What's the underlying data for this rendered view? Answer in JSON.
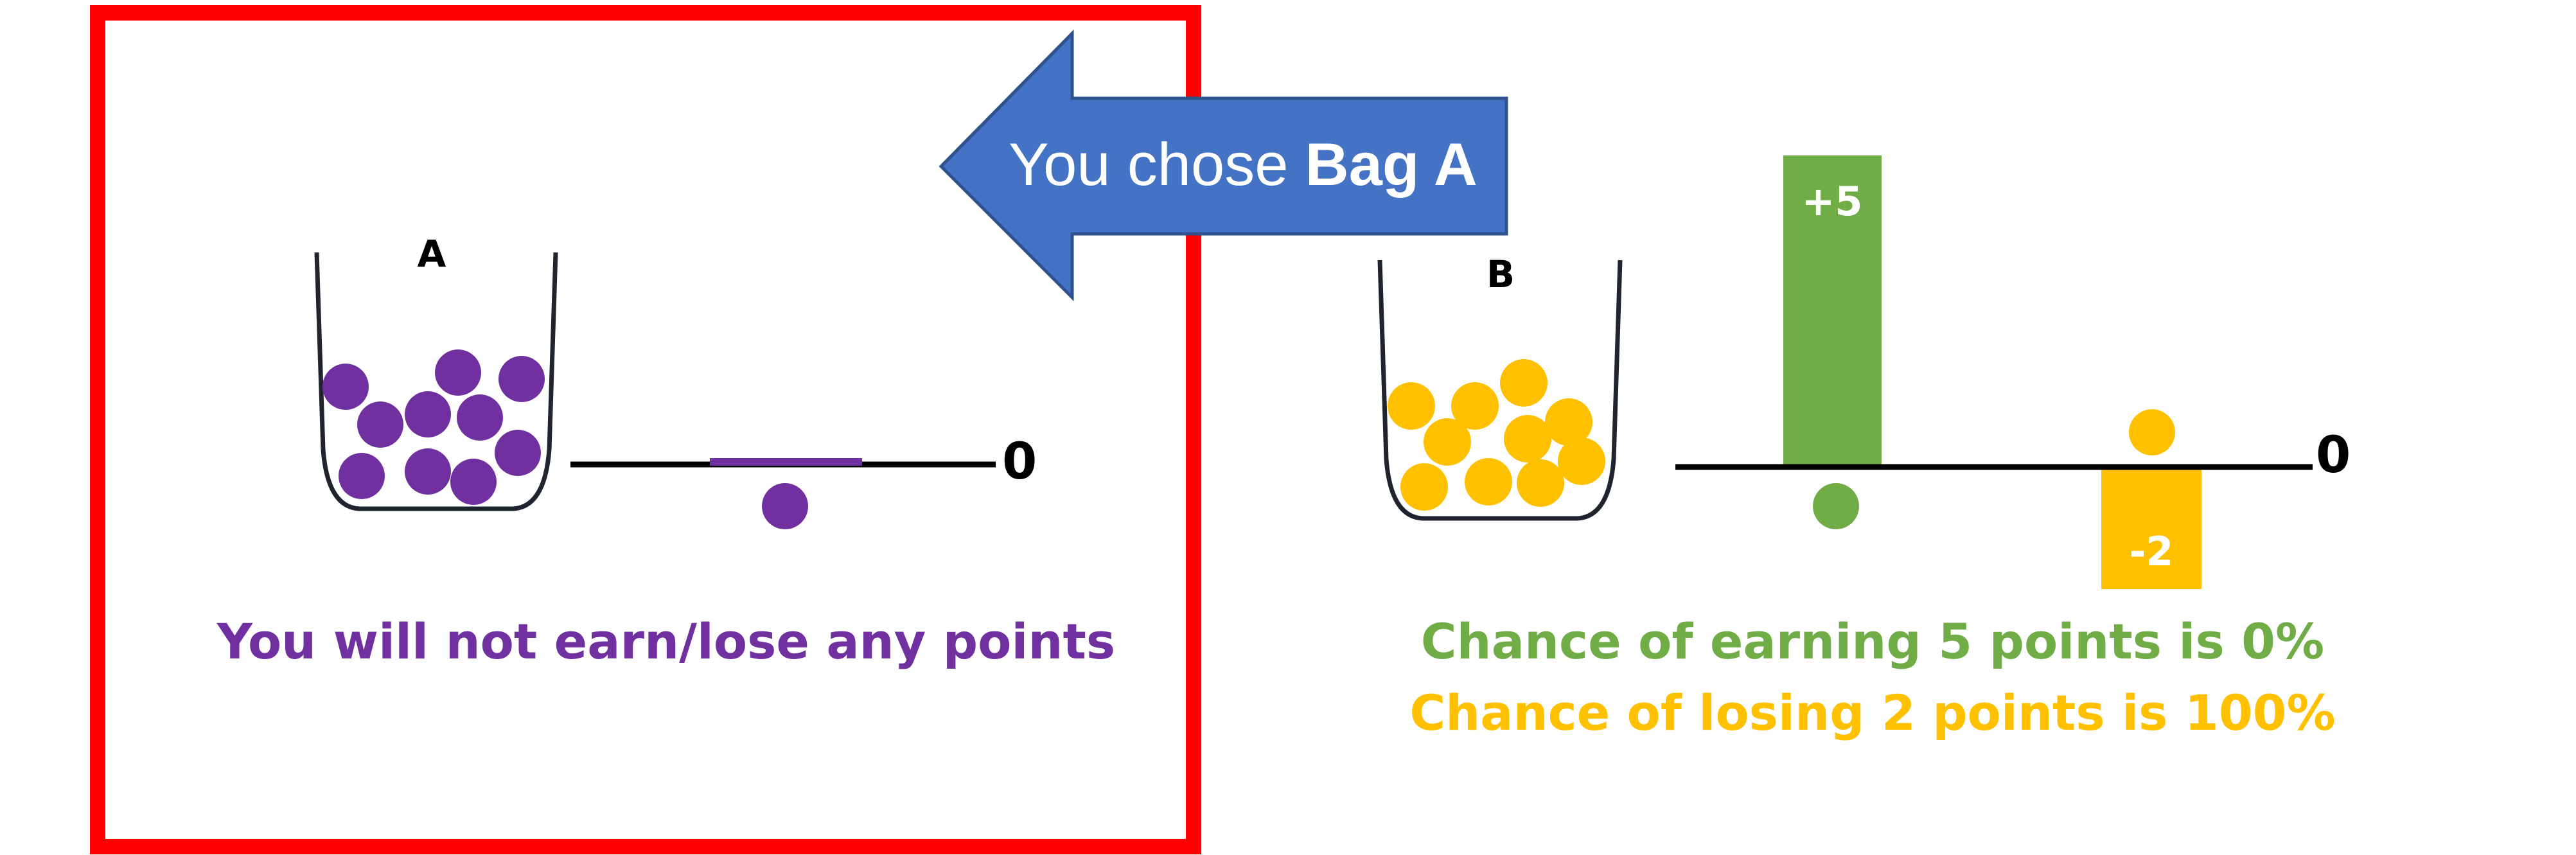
{
  "selection_arrow": {
    "prefix": "You chose ",
    "bag_label": "Bag A"
  },
  "bag_a": {
    "label": "A",
    "axis_zero_label": "0",
    "outcome_text": "You will not earn/lose any points",
    "marble_count": 10
  },
  "bag_b": {
    "label": "B",
    "axis_zero_label": "0",
    "marble_count": 10,
    "gain_bar_label": "+5",
    "loss_bar_label": "-2",
    "gain_value": 5,
    "loss_value": -2,
    "earn_chance_text": "Chance of earning 5 points is 0%",
    "lose_chance_text": "Chance of losing 2 points is 100%"
  },
  "colors": {
    "selection_frame": "#ff0000",
    "arrow_fill": "#4472c4",
    "arrow_text": "#ffffff",
    "purple": "#7030a0",
    "gold": "#ffc000",
    "green": "#70ad47",
    "axis": "#000000",
    "bag_outline": "#1f2430"
  }
}
